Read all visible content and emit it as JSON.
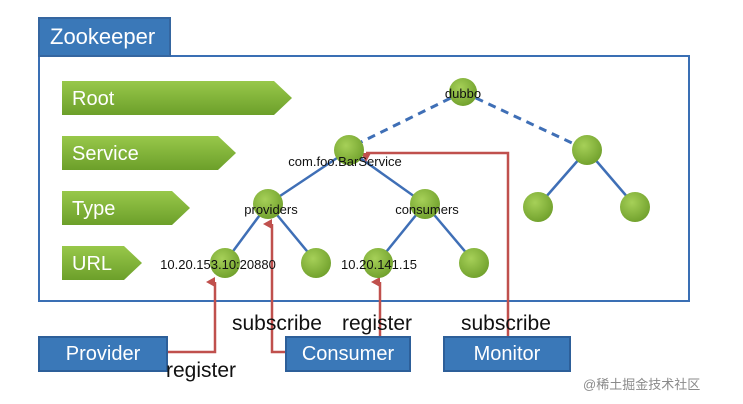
{
  "zookeeper": {
    "title": "Zookeeper"
  },
  "levels": [
    "Root",
    "Service",
    "Type",
    "URL"
  ],
  "nodes": {
    "root": "dubbo",
    "service": "com.foo.BarService",
    "providers": "providers",
    "consumers": "consumers",
    "provider_url": "10.20.153.10:20880",
    "consumer_url": "10.20.141.15"
  },
  "actors": {
    "provider": "Provider",
    "consumer": "Consumer",
    "monitor": "Monitor"
  },
  "relations": {
    "provider_register": "register",
    "consumer_subscribe": "subscribe",
    "consumer_register": "register",
    "monitor_subscribe": "subscribe"
  },
  "watermark": "@稀土掘金技术社区",
  "colors": {
    "frame_blue": "#3a6fb4",
    "actor_blue": "#3a78b8",
    "node_green": "#7fb535",
    "edge_blue": "#3f6fb6",
    "arrow_red": "#c0504d"
  }
}
